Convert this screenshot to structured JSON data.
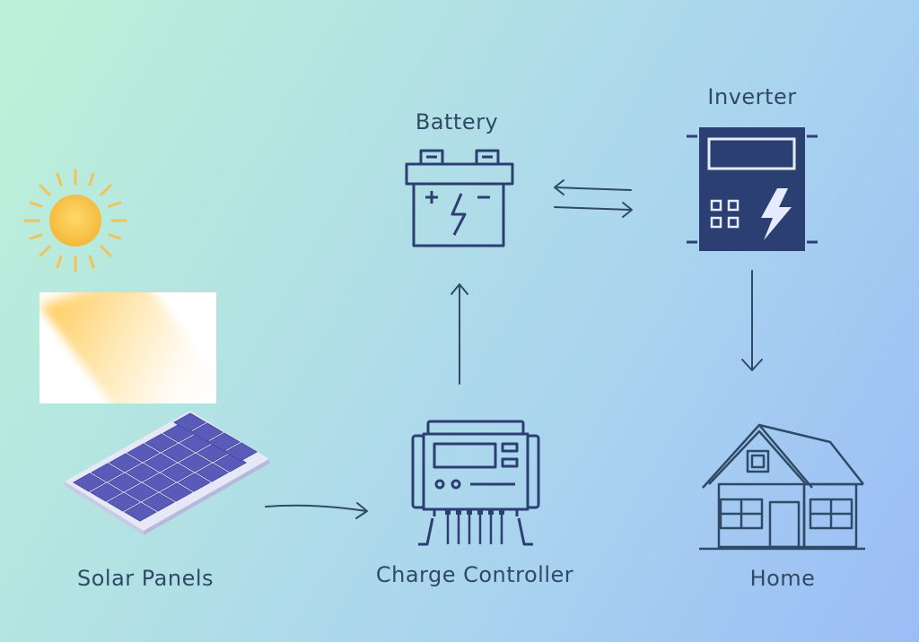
{
  "labels": {
    "battery": "Battery",
    "inverter": "Inverter",
    "solar_panels": "Solar Panels",
    "charge_controller": "Charge Controller",
    "home": "Home"
  },
  "colors": {
    "background_start": "#bdf2d7",
    "background_end": "#9bbcf6",
    "device_fill": "#2c3f72",
    "line": "#2f4a66",
    "sun": "#f7c14a",
    "panel": "#5a5bb8"
  },
  "icons": [
    "sun-icon",
    "solar-panel-icon",
    "charge-controller-icon",
    "battery-icon",
    "inverter-icon",
    "home-icon"
  ]
}
